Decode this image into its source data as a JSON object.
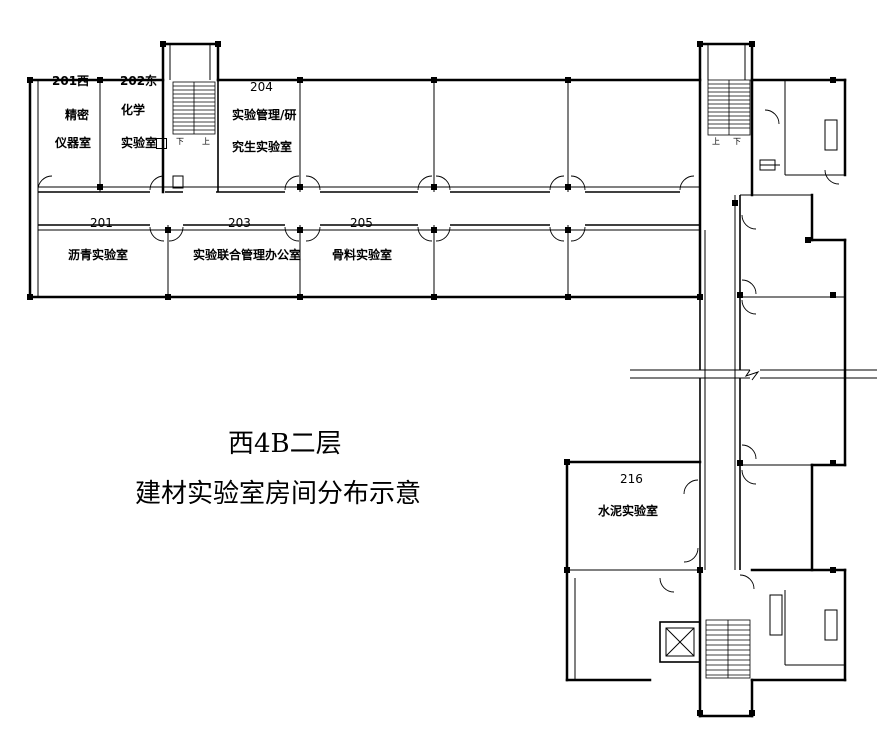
{
  "rooms": {
    "r201w": {
      "number": "201西",
      "name_line1": "精密",
      "name_line2": "仪器室"
    },
    "r202e": {
      "number": "202东",
      "name_line1": "化学",
      "name_line2": "实验室"
    },
    "r204": {
      "number": "204",
      "name_line1": "实验管理/研",
      "name_line2": "究生实验室"
    },
    "r201": {
      "number": "201",
      "name": "沥青实验室"
    },
    "r203": {
      "number": "203",
      "name": "实验联合管理办公室"
    },
    "r205": {
      "number": "205",
      "name": "骨料实验室"
    },
    "r216": {
      "number": "216",
      "name": "水泥实验室"
    }
  },
  "stairs": {
    "down": "下",
    "up": "上"
  },
  "title": {
    "line1": "西4B二层",
    "line2": "建材实验室房间分布示意"
  }
}
